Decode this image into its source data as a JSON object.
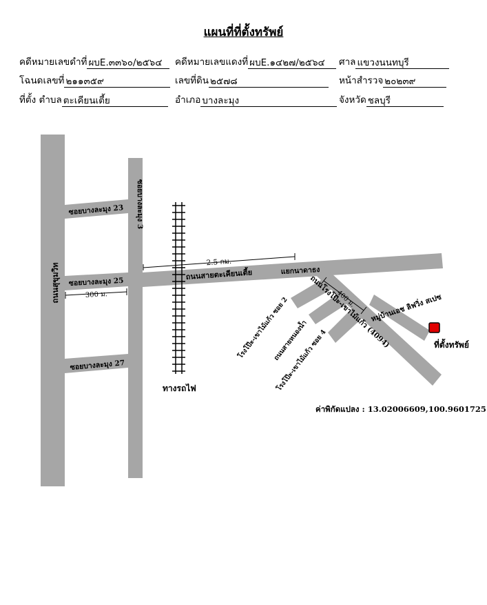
{
  "title": "แผนที่ที่ตั้งทรัพย์",
  "header": {
    "black_case_label": "คดีหมายเลขดำที่",
    "black_case_value": "ผบE.๓๓๖๐/๒๕๖๔",
    "red_case_label": "คดีหมายเลขแดงที่",
    "red_case_value": "ผบE.๑๔๒๗/๒๕๖๔",
    "court_label": "ศาล",
    "court_value": "แขวงนนทบุรี",
    "deed_label": "โฉนดเลขที่",
    "deed_value": "๒๑๑๓๕๙",
    "land_no_label": "เลขที่ดิน",
    "land_no_value": "๒๕๗๘",
    "survey_label": "หน้าสำรวจ",
    "survey_value": "๒๐๒๓๙",
    "location_label": "ที่ตั้ง ตำบล",
    "subdistrict_value": "ตะเคียนเตี้ย",
    "district_label": "อำเภอ",
    "district_value": "บางละมุง",
    "province_label": "จังหวัด",
    "province_value": "ชลบุรี"
  },
  "map": {
    "sukhumvit_road": "ถนนสุขุมวิท",
    "soi_23": "ซอยบางละมุง 23",
    "soi_25": "ซอยบางละมุง 25",
    "soi_27": "ซอยบางละมุง 27",
    "soi_3": "ซอยบางละมุง 3",
    "dist_300": "300 ม.",
    "dist_2_5km": "2.5 กม.",
    "dist_400": "400 ม.",
    "main_road": "ถนนสายตะเคียนเตี้ย",
    "intersection": "แยกนาดาธง",
    "rong_pho_road": "ถนนโรงโป๊ะ-เขาไม้แก้ว (4094)",
    "soi_2": "โรงโป๊ะ-เขาไม้แก้ว ซอย 2",
    "nam_ruam_road": "ถนนสายหนองน้ำ",
    "soi_4": "โรงโป๊ะ-เขาไม้แก้ว ซอย 4",
    "village": "หมู่บ้านเอช ลิฟวิ่ง สเปซ",
    "railway": "ทางรถไฟ",
    "property": "ที่ตั้งทรัพย์",
    "coordinates": "ค่าพิกัดแปลง : 13.02006609,100.96017251",
    "colors": {
      "road": "#a6a6a6",
      "marker": "#e00000"
    }
  }
}
